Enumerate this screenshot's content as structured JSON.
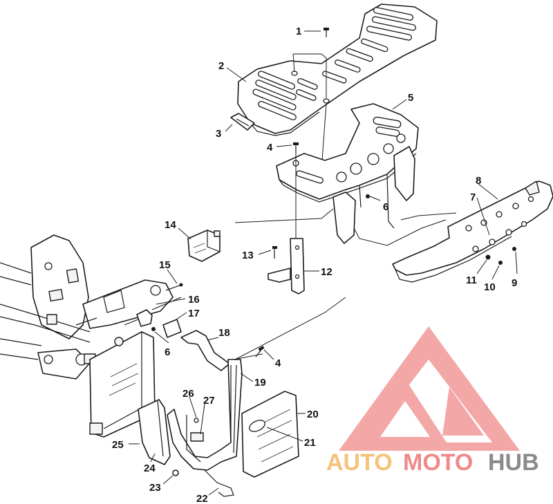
{
  "diagram": {
    "callouts": {
      "c1": "1",
      "c2": "2",
      "c3": "3",
      "c4a": "4",
      "c4b": "4",
      "c5": "5",
      "c6a": "6",
      "c6b": "6",
      "c7": "7",
      "c8": "8",
      "c9": "9",
      "c10": "10",
      "c11": "11",
      "c12": "12",
      "c13": "13",
      "c14": "14",
      "c15": "15",
      "c16": "16",
      "c17": "17",
      "c18": "18",
      "c19": "19",
      "c20": "20",
      "c21": "21",
      "c22": "22",
      "c23": "23",
      "c24": "24",
      "c25": "25",
      "c26": "26",
      "c27": "27"
    }
  },
  "watermark": {
    "part1": "AUTO",
    "part2": "MOTO",
    "part3": "HUB",
    "color_primary": "#f08a8a",
    "color_secondary": "#f5c27a",
    "color_tertiary": "#8a8a8a"
  }
}
